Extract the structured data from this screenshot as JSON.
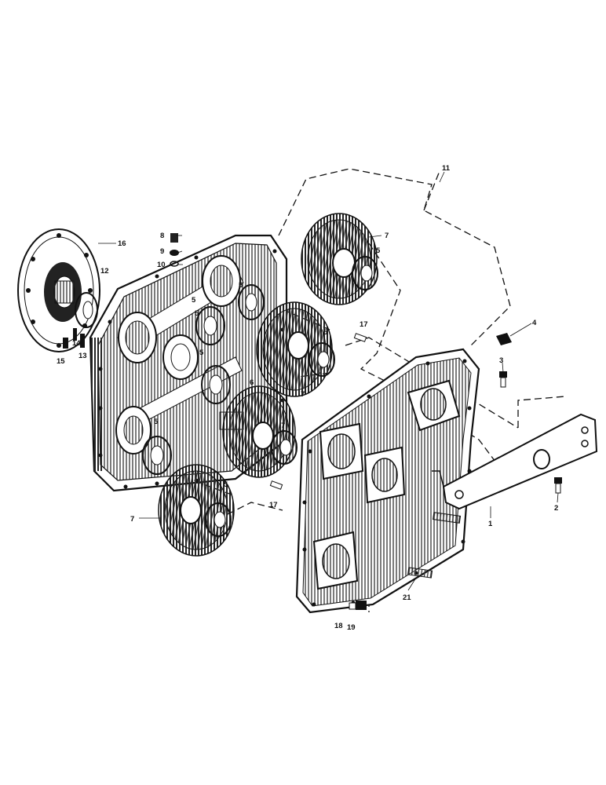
{
  "callouts": {
    "c1": "1",
    "c2": "2",
    "c3": "3",
    "c4": "4",
    "c5a": "5",
    "c5b": "5",
    "c5c": "5",
    "c5d": "5",
    "c5e": "5",
    "c5f": "5",
    "c5g": "5",
    "c5h": "5",
    "c6": "6",
    "c7a": "7",
    "c7b": "7",
    "c7c": "7",
    "c7d": "7",
    "c8": "8",
    "c9": "9",
    "c10": "10",
    "c11": "11",
    "c12": "12",
    "c13": "13",
    "c14": "14",
    "c15": "15",
    "c16": "16",
    "c17a": "17",
    "c17b": "17",
    "c18": "18",
    "c19": "19",
    "c21": "21"
  },
  "colors": {
    "ink": "#111111",
    "paper": "#ffffff",
    "hatch": "#333333"
  }
}
